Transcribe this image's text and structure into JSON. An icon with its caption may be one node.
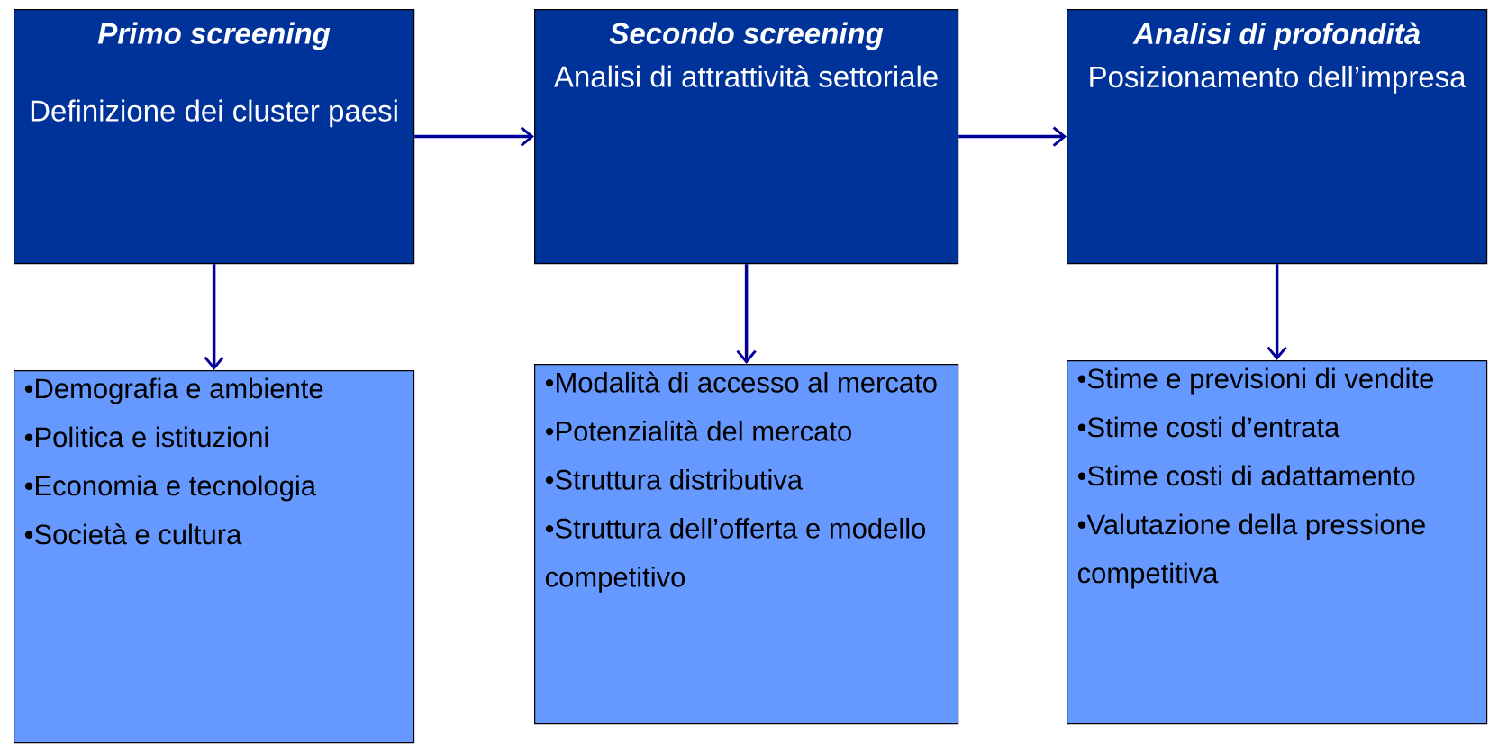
{
  "diagram": {
    "nodes": [
      {
        "text": [
          "Primo screening",
          "Definizione dei cluster paesi"
        ]
      },
      {
        "text": [
          "Secondo screening",
          "Analisi di attrattività settoriale"
        ]
      },
      {
        "text": [
          "Analisi di profondità",
          "Posizionamento dell’impresa"
        ]
      },
      {
        "text": [
          "•Demografia e ambiente",
          "•Politica e istituzioni",
          "•Economia e tecnologia",
          "•Società e cultura"
        ]
      },
      {
        "text": [
          "•Modalità di accesso al mercato",
          "•Potenzialità del mercato",
          "•Struttura distributiva",
          "•Struttura dell’offerta e modello competitivo"
        ]
      },
      {
        "text": [
          "•Stime e previsioni di vendite",
          "•Stime costi d’entrata",
          "•Stime costi di adattamento",
          "•Valutazione della pressione competitiva"
        ]
      }
    ],
    "edges": [
      {
        "from": 0,
        "to": 1,
        "arrow": "to"
      },
      {
        "from": 1,
        "to": 2,
        "arrow": "to"
      },
      {
        "from": 0,
        "to": 3,
        "arrow": "to"
      },
      {
        "from": 1,
        "to": 4,
        "arrow": "to"
      },
      {
        "from": 2,
        "to": 5,
        "arrow": "to"
      }
    ]
  }
}
